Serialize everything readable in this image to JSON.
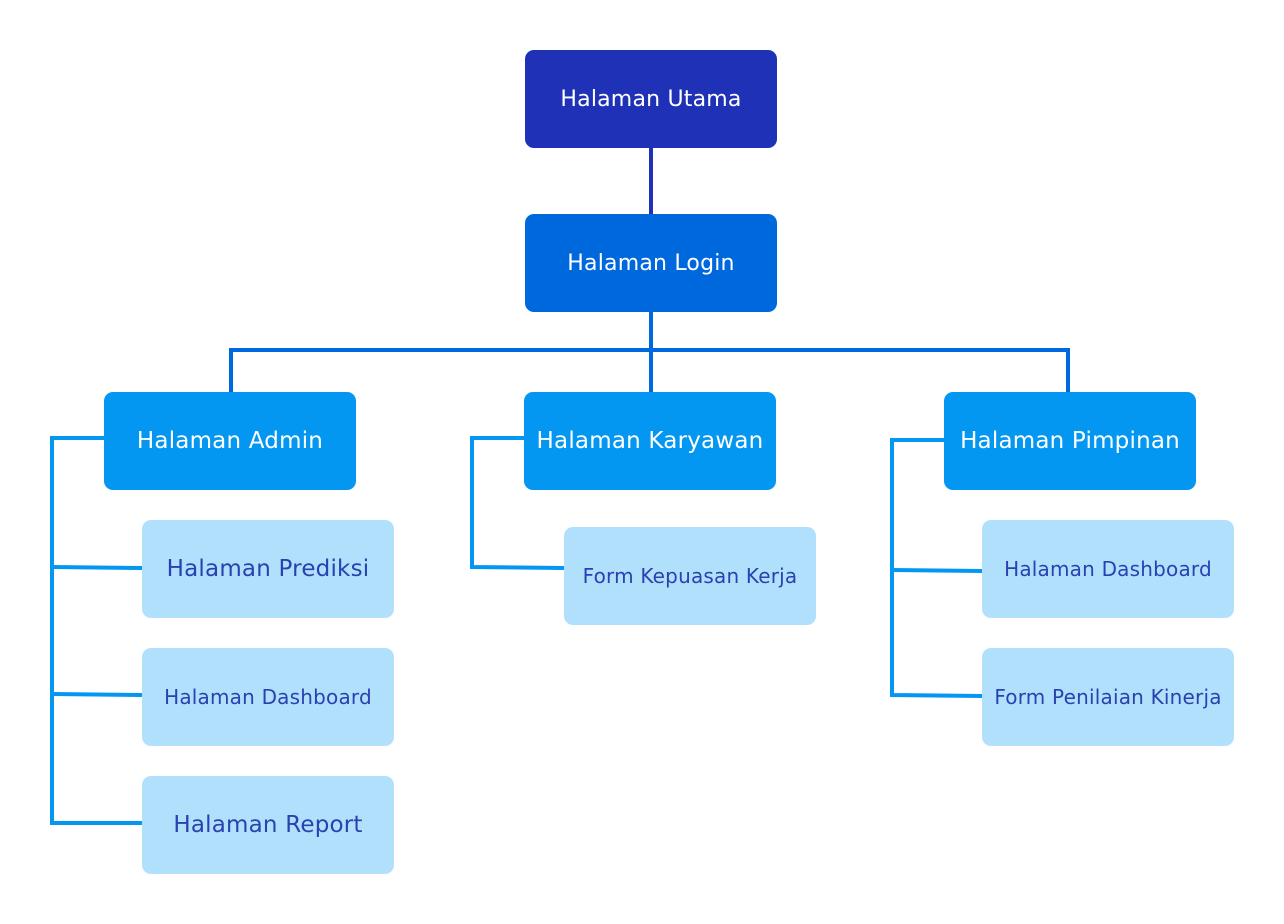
{
  "diagram": {
    "root": {
      "label": "Halaman Utama"
    },
    "login": {
      "label": "Halaman Login"
    },
    "roles": [
      {
        "label": "Halaman Admin",
        "children": [
          "Halaman Prediksi",
          "Halaman Dashboard",
          "Halaman Report"
        ]
      },
      {
        "label": "Halaman Karyawan",
        "children": [
          "Form Kepuasan Kerja"
        ]
      },
      {
        "label": "Halaman Pimpinan",
        "children": [
          "Halaman Dashboard",
          "Form Penilaian Kinerja"
        ]
      }
    ]
  },
  "colors": {
    "root_fill": "#1f31b6",
    "login_fill": "#0068dd",
    "role_fill": "#0497f2",
    "leaf_fill": "#b1e0fd",
    "leaf_text": "#2a41b0",
    "connector_dark": "#1f31b6",
    "connector_mid": "#0068dd",
    "connector_light": "#0497f2"
  }
}
